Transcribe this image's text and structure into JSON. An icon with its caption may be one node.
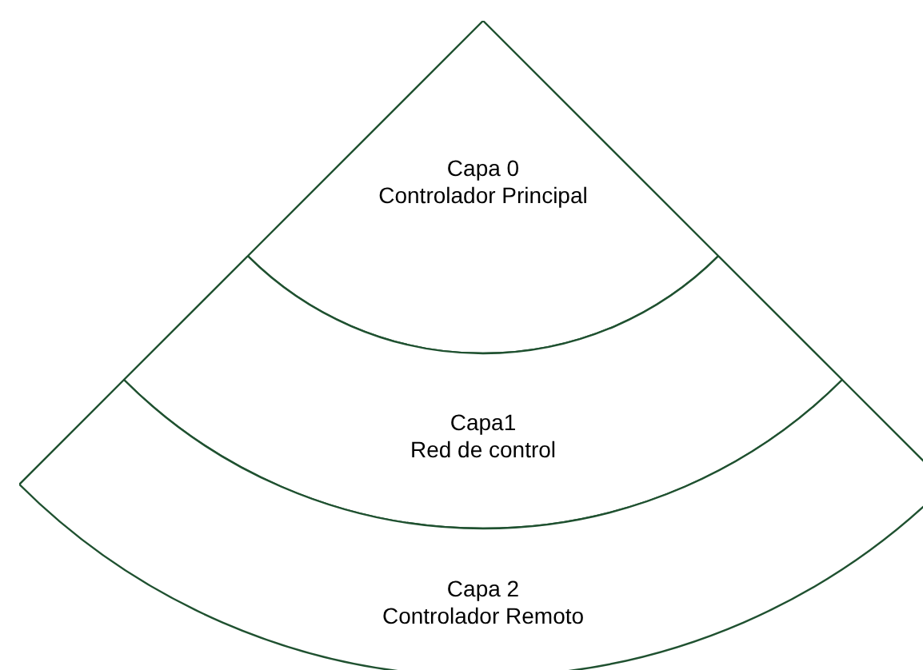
{
  "diagram": {
    "nodes": [
      {
        "text": [
          "Capa 0",
          "Controlador Principal"
        ]
      },
      {
        "text": [
          "Capa1",
          "Red de control"
        ]
      },
      {
        "text": [
          "Capa 2",
          "Controlador Remoto"
        ]
      }
    ]
  }
}
